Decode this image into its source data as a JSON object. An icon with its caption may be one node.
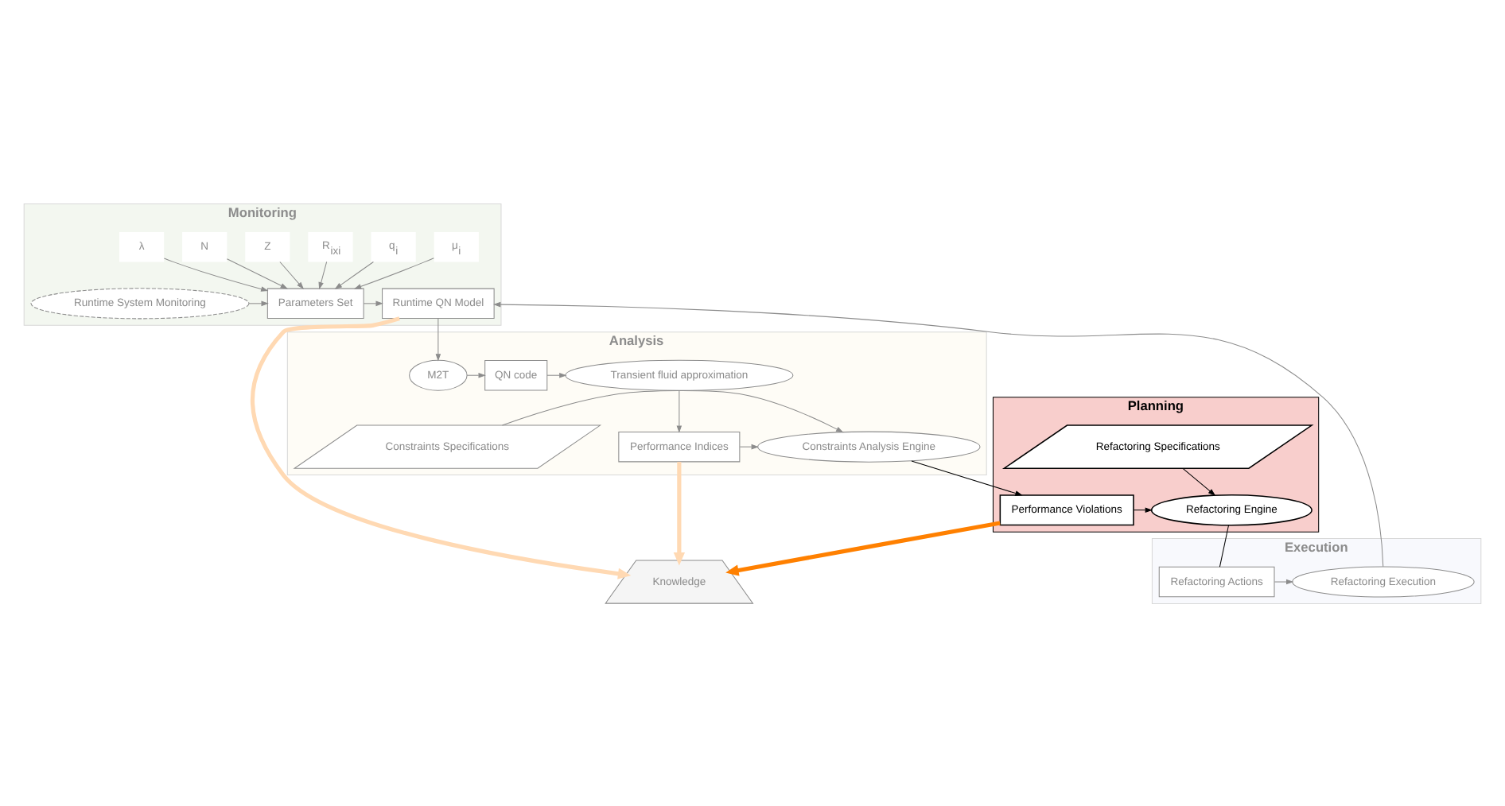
{
  "diagram": {
    "nodes": [
      {
        "text": [
          "Monitoring"
        ]
      },
      {
        "text": [
          "μ$_{i}$"
        ],
        "in": 0
      },
      {
        "text": [
          "q$_{i}$"
        ],
        "in": 0
      },
      {
        "text": [
          "R$_{ixi}$"
        ],
        "in": 0
      },
      {
        "text": [
          "Z"
        ],
        "in": 0
      },
      {
        "text": [
          "N"
        ],
        "in": 0
      },
      {
        "text": [
          "λ"
        ],
        "in": 0
      },
      {
        "text": [
          "Runtime System Monitoring"
        ],
        "in": 0
      },
      {
        "text": [
          "Parameters Set"
        ],
        "in": 0
      },
      {
        "text": [
          "Runtime QN Model"
        ],
        "in": 0
      },
      {
        "text": [
          "Analysis"
        ]
      },
      {
        "text": [
          "M2T"
        ],
        "in": 10
      },
      {
        "text": [
          "QN code"
        ],
        "in": 10
      },
      {
        "text": [
          "Transient fluid approximation"
        ],
        "in": 10
      },
      {
        "text": [
          "Constraints Specifications"
        ],
        "in": 10
      },
      {
        "text": [
          "Constraints Analysis Engine"
        ],
        "in": 10
      },
      {
        "text": [
          "Performance Indices"
        ],
        "in": 10
      },
      {
        "text": [
          "Knowledge"
        ]
      },
      {
        "text": [
          "Execution"
        ]
      },
      {
        "text": [
          "Refactoring Execution"
        ],
        "in": 18
      },
      {
        "text": [
          "Refactoring Actions"
        ],
        "in": 18
      },
      {
        "text": [
          "Planning"
        ]
      },
      {
        "text": [
          "Refactoring Engine"
        ],
        "in": 21
      },
      {
        "text": [
          "Performance Violations"
        ],
        "in": 21
      },
      {
        "text": [
          "Refactoring Specifications"
        ],
        "in": 21
      }
    ],
    "edges": [
      {
        "from": 1,
        "to": 8,
        "arrow": "to"
      },
      {
        "from": 2,
        "to": 8,
        "arrow": "to"
      },
      {
        "from": 3,
        "to": 8,
        "arrow": "to"
      },
      {
        "from": 4,
        "to": 8,
        "arrow": "to"
      },
      {
        "from": 5,
        "to": 8,
        "arrow": "to"
      },
      {
        "from": 6,
        "to": 8,
        "arrow": "to"
      },
      {
        "from": 7,
        "to": 8,
        "arrow": "to"
      },
      {
        "from": 8,
        "to": 9,
        "arrow": "to"
      },
      {
        "from": 9,
        "to": 11,
        "arrow": "to"
      },
      {
        "from": 11,
        "to": 12,
        "arrow": "to"
      },
      {
        "from": 12,
        "to": 13,
        "arrow": "to"
      },
      {
        "from": 13,
        "to": 16,
        "arrow": "to"
      },
      {
        "from": 16,
        "to": 15,
        "arrow": "to"
      },
      {
        "from": 14,
        "to": 15,
        "arrow": "to"
      },
      {
        "from": 9,
        "to": 17,
        "arrow": "to",
        "style": "thick",
        "color": "#ffd9b3"
      },
      {
        "from": 16,
        "to": 17,
        "arrow": "to",
        "style": "thick",
        "color": "#ffd9b3"
      },
      {
        "from": 15,
        "to": 23,
        "arrow": "to",
        "color": "#000000"
      },
      {
        "from": 23,
        "to": 17,
        "arrow": "to",
        "style": "thick",
        "color": "#ff8000"
      },
      {
        "from": 23,
        "to": 22,
        "arrow": "to",
        "color": "#000000"
      },
      {
        "from": 24,
        "to": 22,
        "arrow": "to",
        "color": "#000000"
      },
      {
        "from": 22,
        "to": 20,
        "arrow": "none",
        "color": "#000000"
      },
      {
        "from": 20,
        "to": 19,
        "arrow": "to"
      },
      {
        "from": 19,
        "to": 9,
        "arrow": "to"
      }
    ]
  }
}
